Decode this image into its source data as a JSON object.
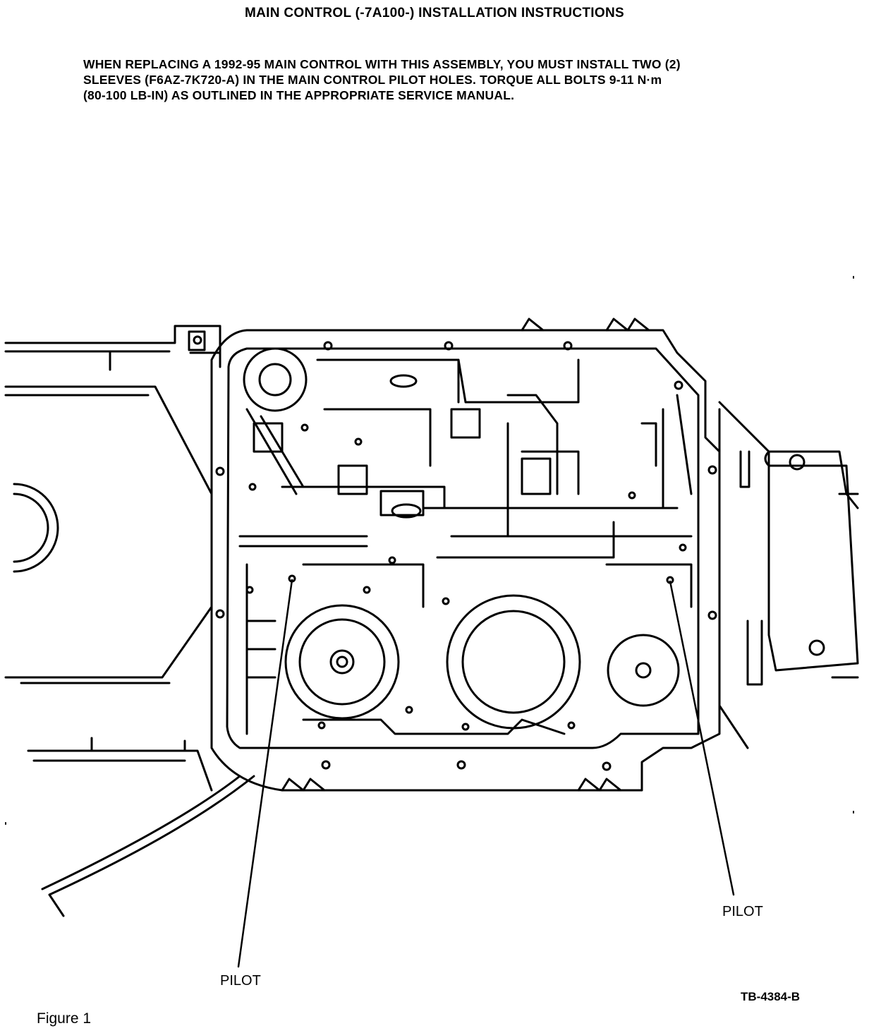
{
  "title": "MAIN CONTROL (-7A100-) INSTALLATION INSTRUCTIONS",
  "instructions": {
    "line1": "WHEN REPLACING A 1992-95 MAIN CONTROL WITH THIS ASSEMBLY, YOU MUST INSTALL TWO (2)",
    "line2": "SLEEVES (F6AZ-7K720-A) IN THE MAIN CONTROL PILOT HOLES. TORQUE ALL BOLTS 9-11 N·m",
    "line3": "(80-100 LB-IN) AS OUTLINED IN THE APPROPRIATE SERVICE MANUAL."
  },
  "diagram": {
    "labels": {
      "pilot_right": "PILOT",
      "pilot_left": "PILOT"
    },
    "reference": "TB-4384-B",
    "figure_caption": "Figure 1"
  }
}
